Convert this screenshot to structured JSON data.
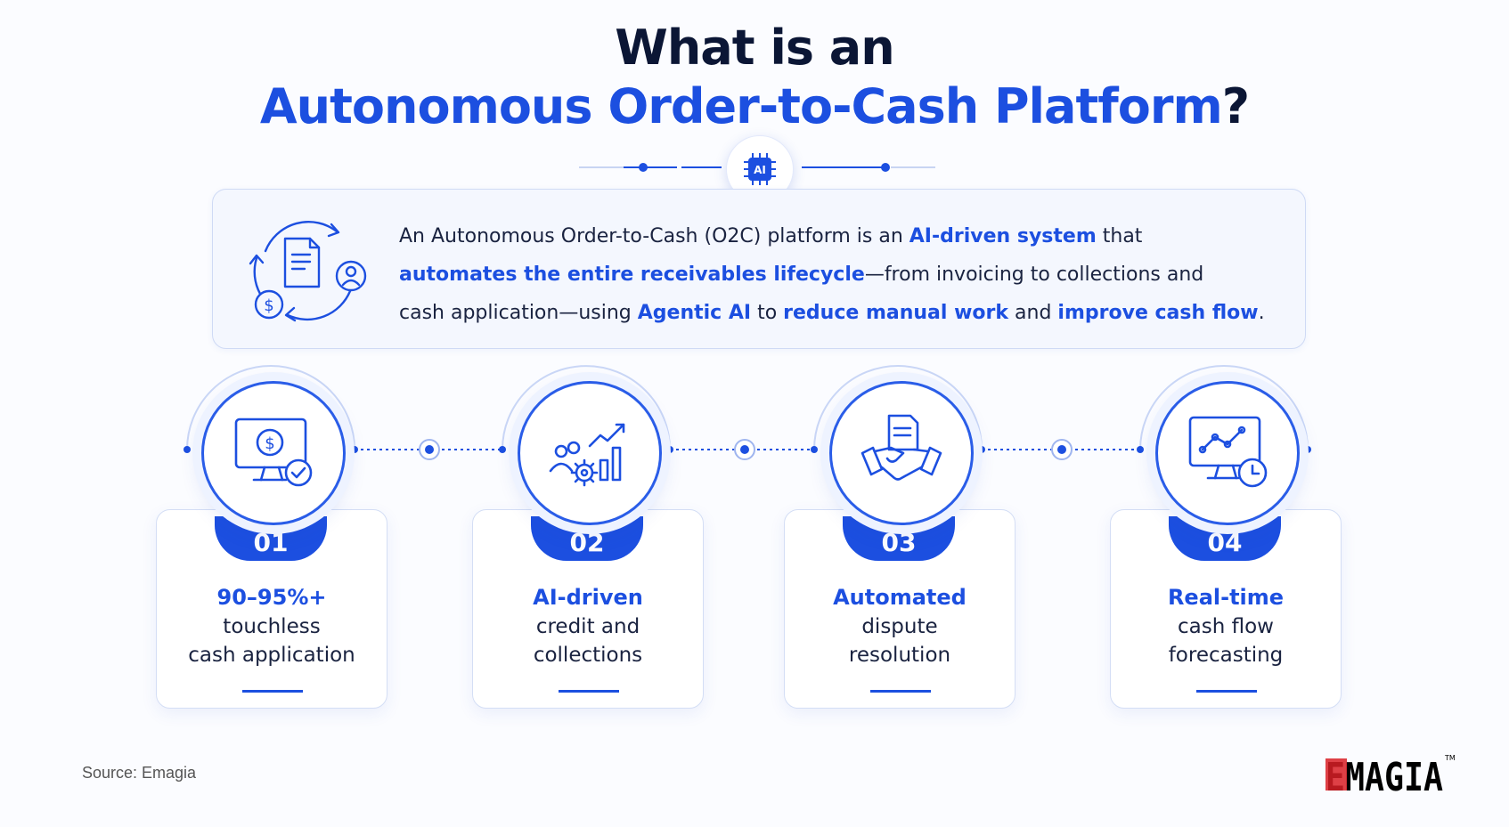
{
  "title": {
    "line1": "What is an",
    "line2": "Autonomous Order-to-Cash Platform",
    "line2_suffix": "?"
  },
  "ai_badge": {
    "label": "AI"
  },
  "definition": {
    "p1": "An Autonomous Order-to-Cash (O2C) platform is an ",
    "h1": "AI-driven system",
    "p2": " that",
    "h2": "automates the entire receivables lifecycle",
    "p3": "—from invoicing to collections and",
    "p4": "cash application—using ",
    "h3": "Agentic AI",
    "p5": " to ",
    "h4": "reduce manual work",
    "p6": " and ",
    "h5": "improve cash flow",
    "p7": "."
  },
  "features": [
    {
      "number": "01",
      "highlight": "90–95%+",
      "line1": "touchless",
      "line2": "cash application",
      "icon": "monitor-dollar-check-icon"
    },
    {
      "number": "02",
      "highlight": "AI-driven",
      "line1": "credit and",
      "line2": "collections",
      "icon": "people-gear-chart-icon"
    },
    {
      "number": "03",
      "highlight": "Automated",
      "line1": "dispute",
      "line2": "resolution",
      "icon": "handshake-document-icon"
    },
    {
      "number": "04",
      "highlight": "Real-time",
      "line1": "cash flow",
      "line2": "forecasting",
      "icon": "monitor-chart-clock-icon"
    }
  ],
  "footer": {
    "source": "Source: Emagia",
    "logo_text": "EMAGIA",
    "logo_tm": "TM"
  },
  "colors": {
    "accent": "#1c4fe0",
    "dark": "#0b1635",
    "logo_red": "#d81f26"
  }
}
